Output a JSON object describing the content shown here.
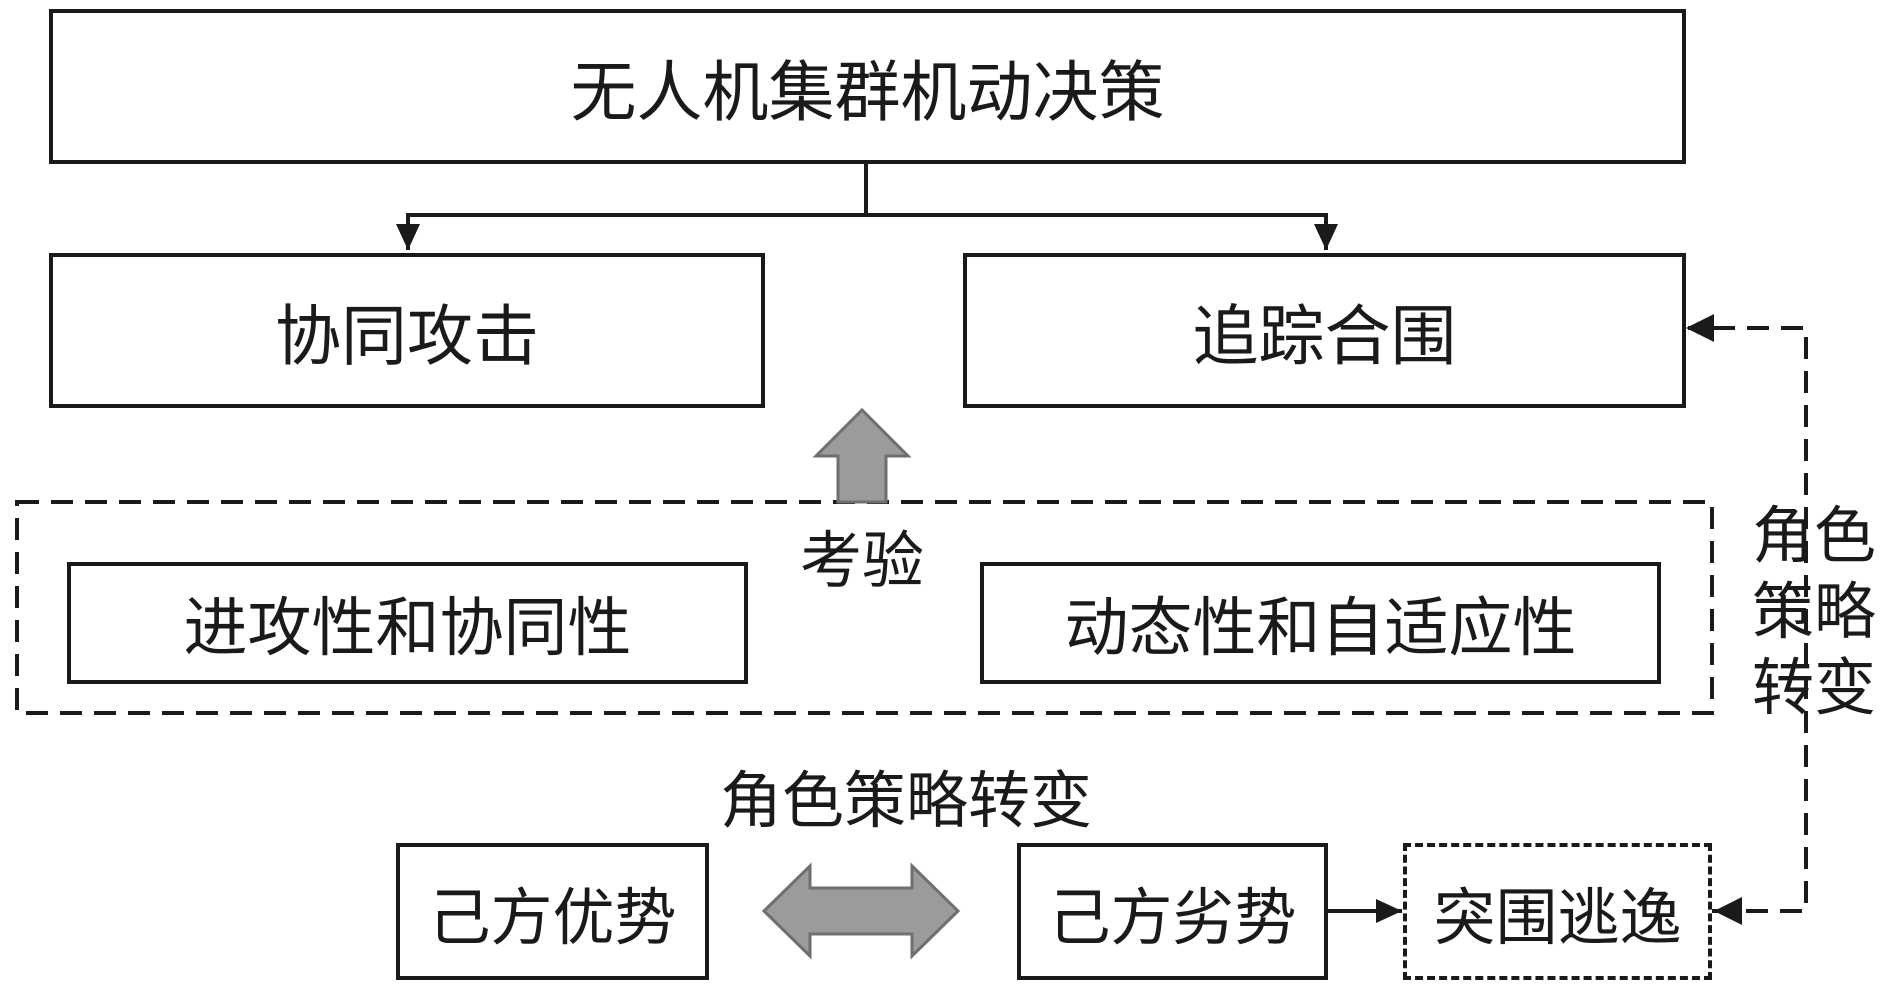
{
  "nodes": {
    "root": "无人机集群机动决策",
    "coop_attack": "协同攻击",
    "pursuit_encircle": "追踪合围",
    "test_label": "考验",
    "offense_coop": "进攻性和协同性",
    "dynamic_adapt": "动态性和自适应性",
    "own_advantage": "己方优势",
    "own_disadvantage": "己方劣势",
    "breakout_escape": "突围逃逸"
  },
  "edge_labels": {
    "role_switch_horizontal": "角色策略转变",
    "role_switch_vertical": [
      "角色",
      "策略",
      "转变"
    ]
  },
  "colors": {
    "line": "#1a1a1a",
    "block_arrow_fill": "#9b9b9b",
    "block_arrow_stroke": "#6f6f6f"
  }
}
